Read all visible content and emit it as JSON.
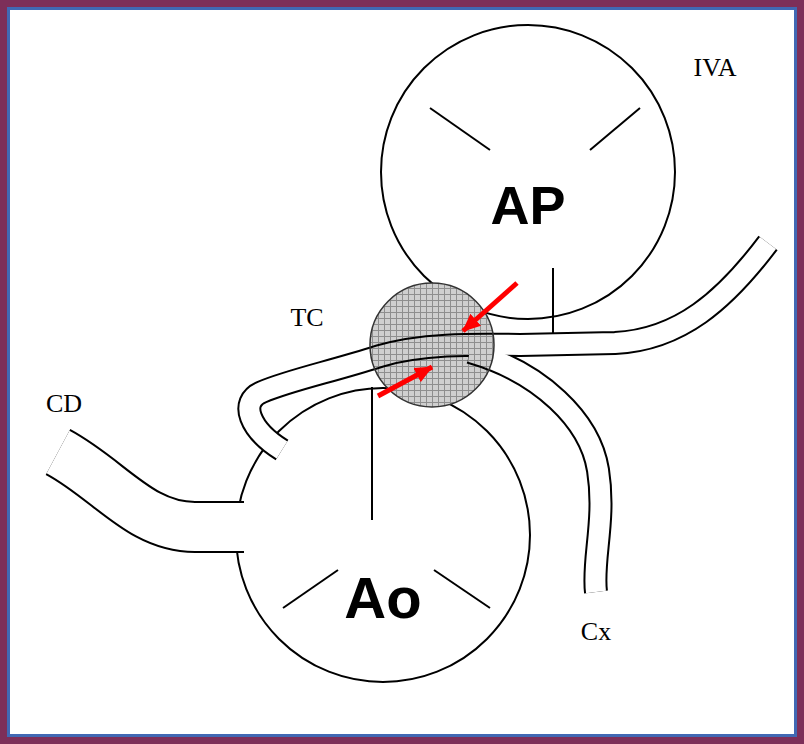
{
  "diagram": {
    "nodes": [
      {
        "text": [
          "AP"
        ]
      },
      {
        "text": [
          "Ao"
        ]
      }
    ],
    "labels": [
      "TC",
      "CD",
      "IVA",
      "Cx"
    ]
  }
}
